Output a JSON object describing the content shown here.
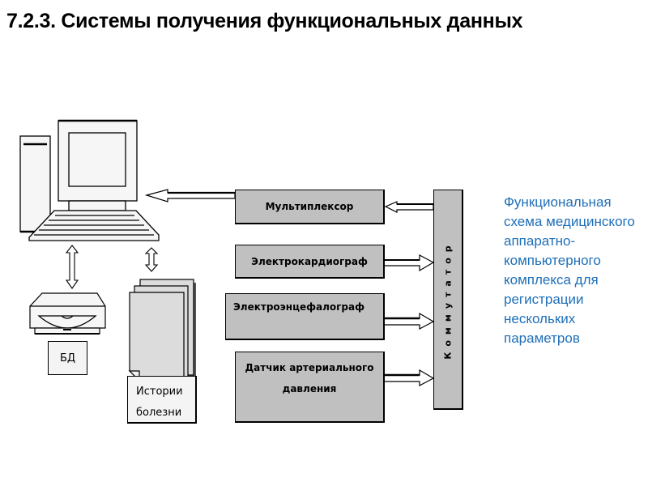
{
  "slide": {
    "title": "7.2.3. Системы получения функциональных данных"
  },
  "diagram": {
    "blocks": {
      "multiplexer": "Мультиплексор",
      "ecg": "Электрокардиограф",
      "eeg": "Электроэнцефалограф",
      "bp_sensor_line1": "Датчик артериального",
      "bp_sensor_line2": "давления",
      "switch": "Коммутатор",
      "database": "БД",
      "records_line1": "Истории",
      "records_line2": "болезни"
    },
    "icons": [
      "computer-icon",
      "disk-drive-icon",
      "document-stack-icon"
    ],
    "colors": {
      "block_fill": "#c0c0c0",
      "caption_text": "#1f6fb8"
    }
  },
  "caption": {
    "text": "Функциональная схема медицинского аппаратно-компьютерного комплекса для регистрации нескольких параметров"
  }
}
